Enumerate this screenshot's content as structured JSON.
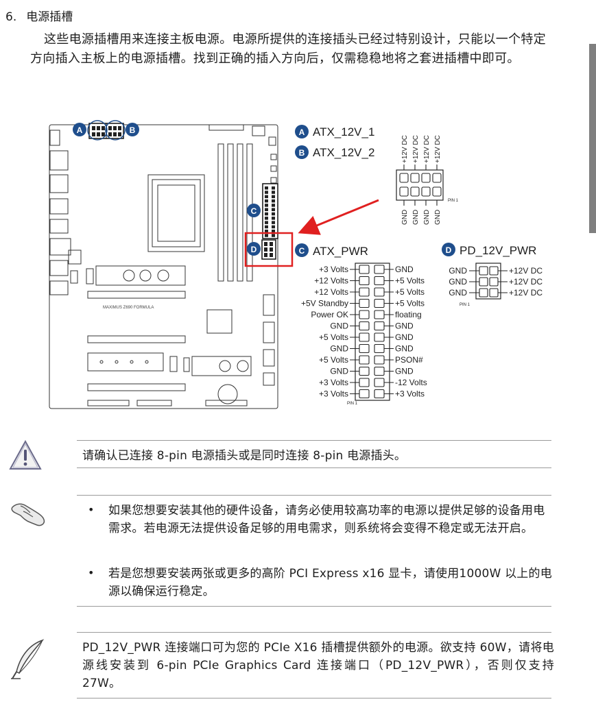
{
  "section": {
    "number": "6.",
    "title": "电源插槽"
  },
  "intro": "这些电源插槽用来连接主板电源。电源所提供的连接插头已经过特别设计，只能以一个特定方向插入主板上的电源插槽。找到正确的插入方向后，仅需稳稳地将之套进插槽中即可。",
  "board": {
    "silk_text": "MAXIMUS Z690 FORMULA"
  },
  "connectors": {
    "a": {
      "letter": "A",
      "name": "ATX_12V_1"
    },
    "b": {
      "letter": "B",
      "name": "ATX_12V_2"
    },
    "c": {
      "letter": "C",
      "name": "ATX_PWR"
    },
    "d": {
      "letter": "D",
      "name": "PD_12V_PWR"
    }
  },
  "atx12v": {
    "top_labels": [
      "+12V DC",
      "+12V DC",
      "+12V DC",
      "+12V DC"
    ],
    "bottom_labels": [
      "GND",
      "GND",
      "GND",
      "GND"
    ],
    "pin1": "PIN 1"
  },
  "atxpwr": {
    "left_labels": [
      "+3 Volts",
      "+12 Volts",
      "+12 Volts",
      "+5V Standby",
      "Power OK",
      "GND",
      "+5 Volts",
      "GND",
      "+5 Volts",
      "GND",
      "+3 Volts",
      "+3 Volts"
    ],
    "right_labels": [
      "GND",
      "+5 Volts",
      "+5 Volts",
      "+5 Volts",
      "floating",
      "GND",
      "GND",
      "GND",
      "PSON#",
      "GND",
      "-12 Volts",
      "+3 Volts"
    ],
    "pin1": "PIN 1"
  },
  "pd12v": {
    "left_labels": [
      "GND",
      "GND",
      "GND"
    ],
    "right_labels": [
      "+12V DC",
      "+12V DC",
      "+12V DC"
    ],
    "pin1": "PIN 1"
  },
  "warning": {
    "text": "请确认已连接 8-pin 电源插头或是同时连接 8-pin 电源插头。"
  },
  "notes": {
    "bullet": "•",
    "items": [
      "如果您想要安装其他的硬件设备，请务必使用较高功率的电源以提供足够的设备用电需求。若电源无法提供设备足够的用电需求，则系统将会变得不稳定或无法开启。",
      "若是您想要安装两张或更多的高阶 PCI Express x16 显卡，请使用1000W 以上的电源以确保运行稳定。"
    ]
  },
  "info": {
    "text": "PD_12V_PWR 连接端口可为您的 PCIe X16 插槽提供额外的电源。欲支持 60W，请将电源线安装到 6-pin PCIe Graphics Card 连接端口（PD_12V_PWR），否则仅支持 27W。"
  },
  "colors": {
    "badge": "#1f4e8c",
    "highlight": "#e02020",
    "line": "#2a2a2a"
  }
}
